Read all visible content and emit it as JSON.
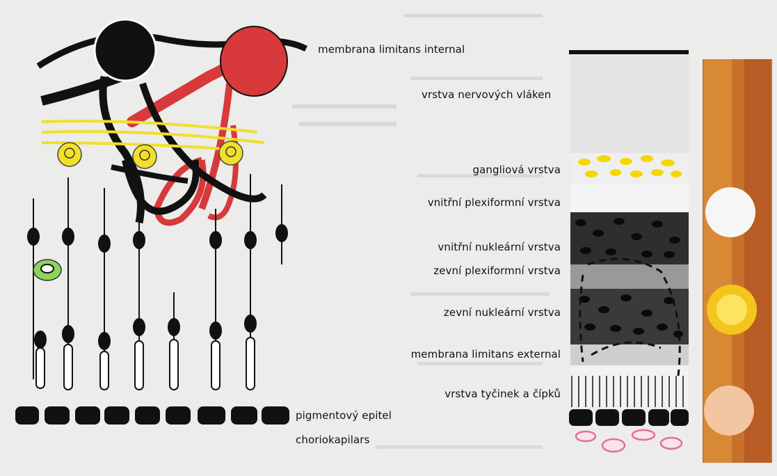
{
  "labels": {
    "membrana_internal": "membrana limitans internal",
    "nerve_fibers": "vrstva nervových vláken",
    "ganglion": "gangliová vrstva",
    "inner_plexiform": "vnitřní plexiformní vrstva",
    "inner_nuclear": "vnitřní nukleární vrstva",
    "outer_plexiform": "zevní plexiformní vrstva",
    "outer_nuclear": "zevní nukleární vrstva",
    "membrana_external": "membrana limitans external",
    "rods_cones": "vrstva tyčinek a čípků",
    "pigment_epithelium": "pigmentový epitel",
    "choriocapillaris": "choriokapilars"
  },
  "colors": {
    "red_cell": "#d8393a",
    "ganglion_yellow": "#f2df2a",
    "glia_green": "#8cd35c",
    "stain_orange": "#c9712a",
    "capillary_pink": "#e06f9a"
  }
}
